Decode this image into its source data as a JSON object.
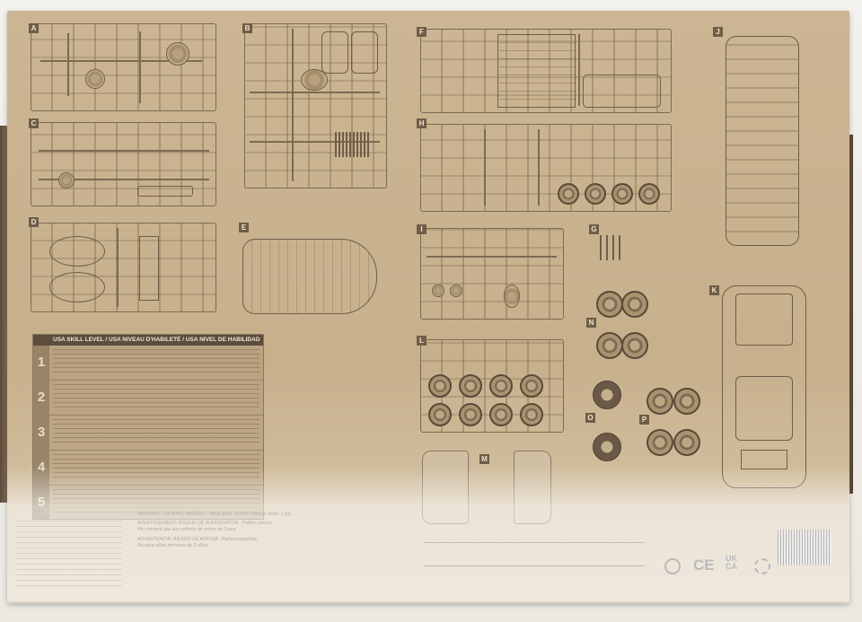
{
  "sprues": {
    "a": "A",
    "b": "B",
    "c": "C",
    "d": "D",
    "e": "E",
    "f": "F",
    "g": "G",
    "h": "H",
    "i": "I",
    "j": "J",
    "k": "K",
    "l": "L",
    "m": "M",
    "n": "N",
    "o": "O",
    "p": "P"
  },
  "skill_level": {
    "header": "USA SKILL LEVEL / USA NIVEAU D'HABILETÉ / USA NIVEL DE HABILIDAD",
    "levels": [
      "1",
      "2",
      "3",
      "4",
      "5"
    ]
  },
  "warnings": {
    "en": "WARNING: CHOKING HAZARD - Small parts. Not for children under 3 yrs.",
    "fr": "AVERTISSEMENT: RISQUE DE SUFFOCATION - Petites pièces.",
    "fr_sub": "Ne convient pas aux enfants de moins de 3 ans.",
    "es": "ADVERTENCIA: RIESGO DE ASFIXIA - Partes pequeñas.",
    "es_sub": "No para niños menores de 3 años."
  },
  "marks": {
    "ce": "CE",
    "ukca_top": "UK",
    "ukca_bottom": "CA"
  },
  "colors": {
    "cardboard": "#c7b08c",
    "ink": "#6f5d48"
  }
}
